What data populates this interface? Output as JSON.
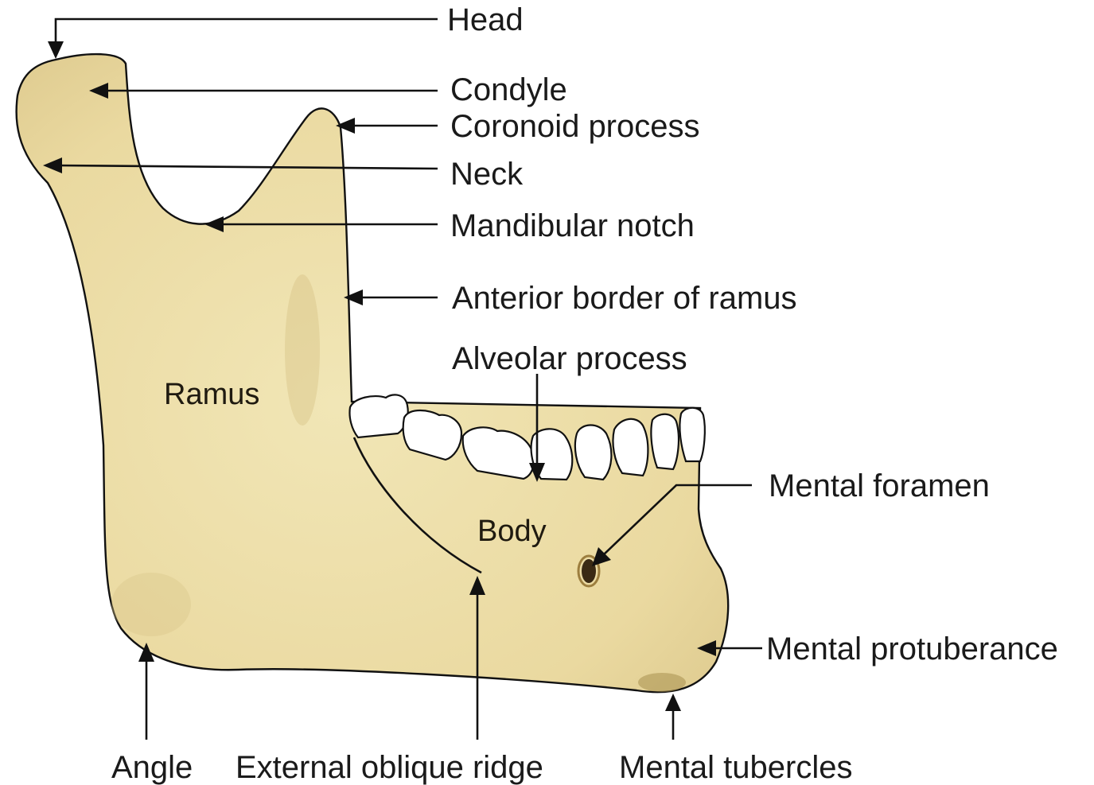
{
  "colors": {
    "bone_fill": "#ede0a8",
    "bone_shadow": "#d9c58a",
    "outline": "#111111",
    "text": "#1a1a1a",
    "background": "#ffffff",
    "tooth_fill": "#ffffff"
  },
  "labels": {
    "head": "Head",
    "condyle": "Condyle",
    "coronoid_process": "Coronoid process",
    "neck": "Neck",
    "mandibular_notch": "Mandibular notch",
    "anterior_border_of_ramus": "Anterior border of ramus",
    "alveolar_process": "Alveolar process",
    "mental_foramen": "Mental foramen",
    "mental_protuberance": "Mental protuberance",
    "angle": "Angle",
    "external_oblique_ridge": "External oblique ridge",
    "mental_tubercles": "Mental tubercles"
  },
  "regions": {
    "ramus": "Ramus",
    "body": "Body"
  }
}
